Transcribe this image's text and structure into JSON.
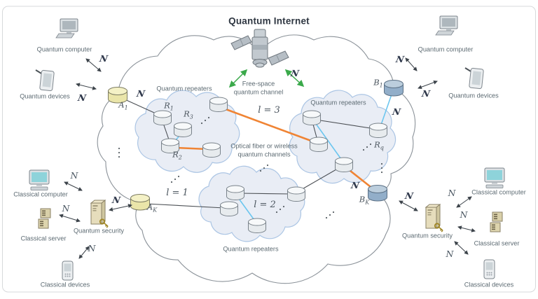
{
  "title": "Quantum Internet",
  "legend": {
    "free_space_channel": "Free-space quantum channel",
    "fiber_channel": "Optical fiber or wireless quantum channels"
  },
  "levels": {
    "l1": "l = 1",
    "l2": "l = 2",
    "l3": "l = 3"
  },
  "captions": {
    "repeaters": "Quantum repeaters"
  },
  "nodes": {
    "a1": {
      "base": "A",
      "sub": "1"
    },
    "ak": {
      "base": "A",
      "sub": "K"
    },
    "b1": {
      "base": "B",
      "sub": "1"
    },
    "bk": {
      "base": "B",
      "sub": "K"
    },
    "r1": {
      "base": "R",
      "sub": "1"
    },
    "r2": {
      "base": "R",
      "sub": "2"
    },
    "r3": {
      "base": "R",
      "sub": "3"
    },
    "rq": {
      "base": "R",
      "sub": "q"
    }
  },
  "symbols": {
    "quantum": "N",
    "classical": "N"
  },
  "devices": {
    "quantum_computer": "Quantum computer",
    "quantum_devices": "Quantum devices",
    "classical_computer": "Classical computer",
    "classical_server": "Classical server",
    "quantum_security": "Quantum security",
    "classical_devices": "Classical devices"
  },
  "colors": {
    "orange_link": "#f08434",
    "blue_link": "#6cc6ef",
    "black_link": "#4b4f54",
    "green_arrow": "#3aa94a",
    "big_cloud_stroke": "#8b9299",
    "subcloud_fill": "#e9edf5",
    "subcloud_stroke": "#abc5e4",
    "node_a_fill": "#eae5a9",
    "node_b_fill": "#92aec9"
  }
}
